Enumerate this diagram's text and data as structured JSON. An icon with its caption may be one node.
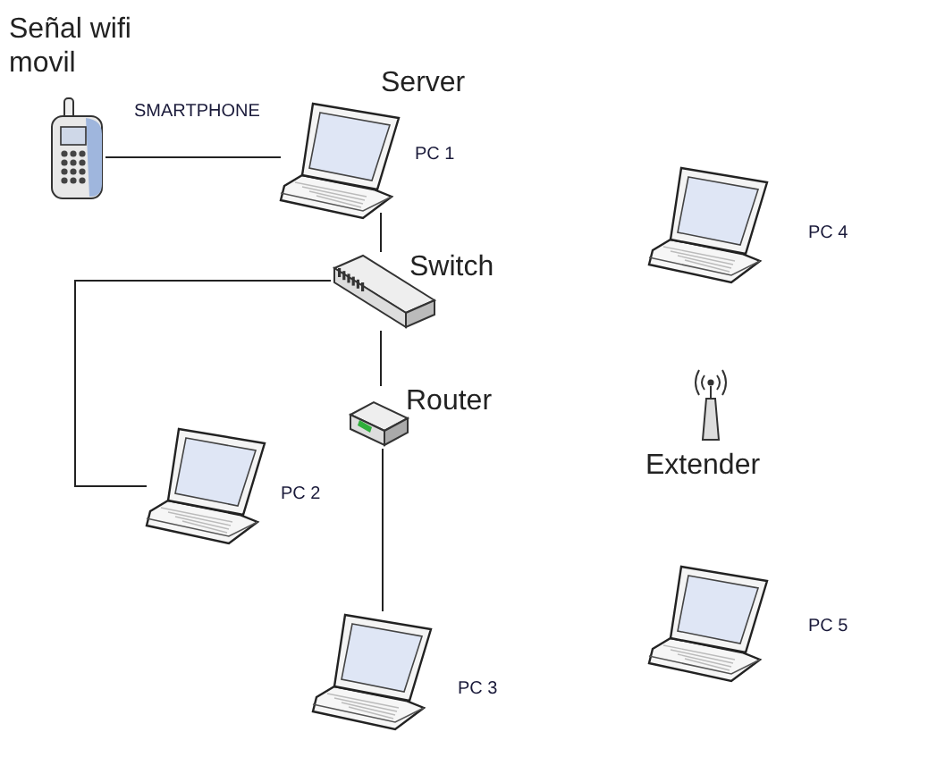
{
  "diagram": {
    "nodes": [
      {
        "text": [],
        "shape": "phone"
      },
      {
        "text": [
          "Server",
          "PC 1"
        ]
      },
      {
        "text": [
          "Switch"
        ]
      },
      {
        "text": [
          "Router"
        ]
      },
      {
        "text": [
          "PC 2"
        ]
      },
      {
        "text": [
          "PC 3"
        ]
      },
      {
        "text": [
          "PC 4"
        ]
      },
      {
        "text": [
          "Extender"
        ]
      },
      {
        "text": [
          "PC 5"
        ]
      }
    ],
    "edges": [
      {
        "from": 0,
        "to": 1,
        "arrow": "none",
        "label": "SMARTPHONE"
      },
      {
        "from": 1,
        "to": 2,
        "arrow": "none"
      },
      {
        "from": 2,
        "to": 4,
        "arrow": "none"
      },
      {
        "from": 2,
        "to": 3,
        "arrow": "none"
      },
      {
        "from": 3,
        "to": 5,
        "arrow": "none"
      }
    ],
    "labels": [
      "Señal wifi movil"
    ]
  }
}
